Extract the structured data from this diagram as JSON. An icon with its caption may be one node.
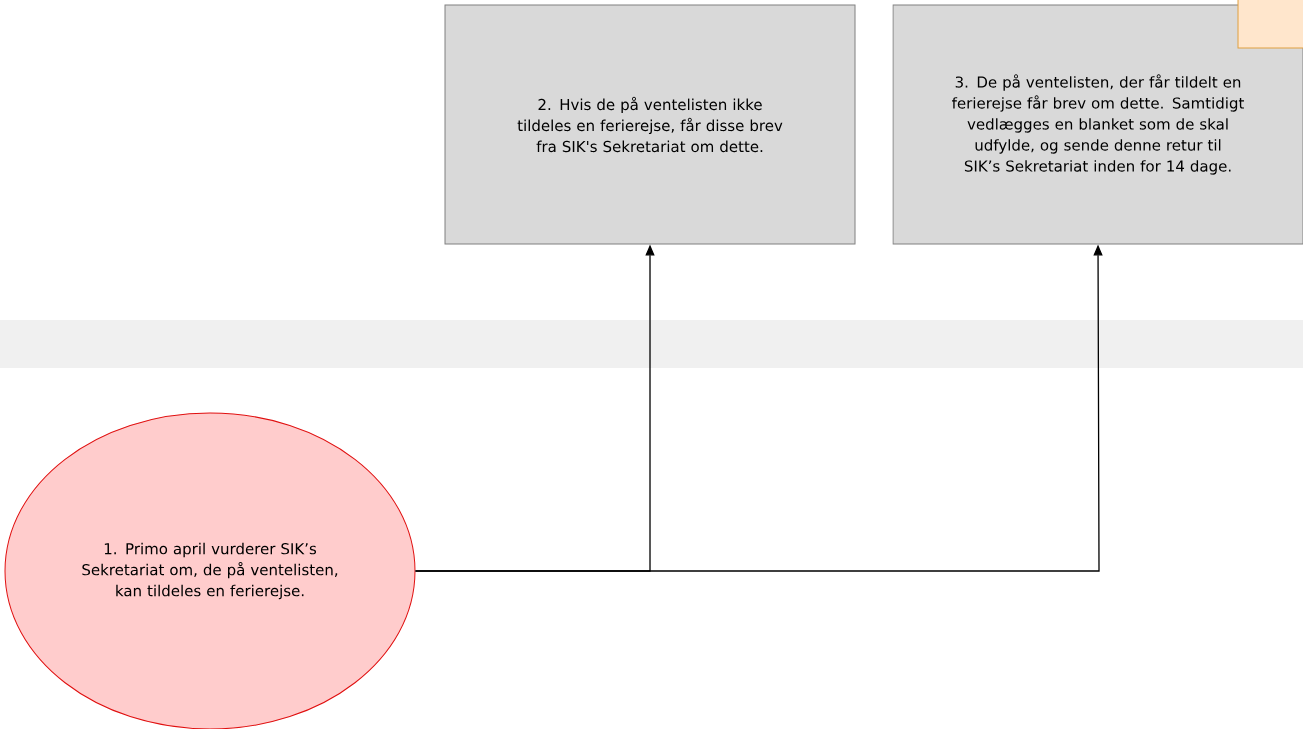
{
  "diagram": {
    "nodes": [
      {
        "text": [
          "1. Primo april vurderer SIK’s Sekretariat om, de på ventelisten, kan tildeles en ferierejse."
        ]
      },
      {
        "text": [
          "2. Hvis de på ventelisten ikke tildeles en ferierejse, får disse brev fra SIK's Sekretariat om dette."
        ]
      },
      {
        "text": [
          "3. De på ventelisten, der får tildelt en ferierejse får brev om dette. Samtidigt vedlægges en blanket som de skal udfylde, og sende denne retur til SIK’s Sekretariat inden for 14 dage."
        ]
      },
      {
        "text": [],
        "shape": "box"
      }
    ],
    "edges": [
      {
        "from": 0,
        "to": 1,
        "arrow": "to"
      },
      {
        "from": 0,
        "to": 2,
        "arrow": "to"
      }
    ]
  }
}
